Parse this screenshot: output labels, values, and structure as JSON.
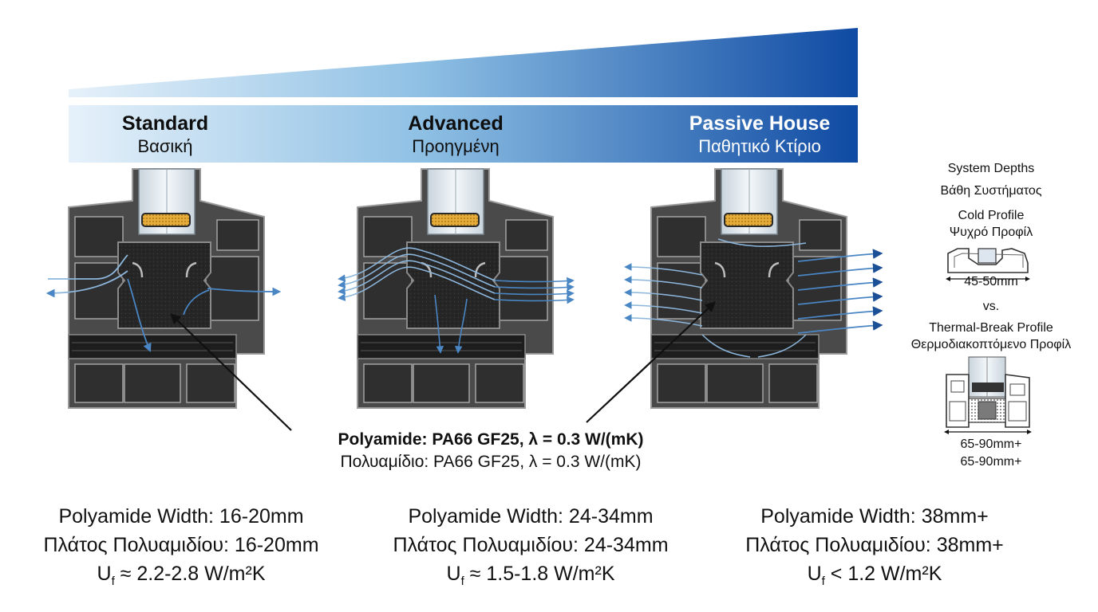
{
  "tiers": [
    {
      "title_en": "Standard",
      "title_gr": "Βασική",
      "width_line": "Polyamide Width: 16-20mm",
      "width_line_gr": "Πλάτος Πολυαμιδίου: 16-20mm",
      "uf_value": " ≈ 2.2-2.8 W/m²K"
    },
    {
      "title_en": "Advanced",
      "title_gr": "Προηγμένη",
      "width_line": "Polyamide Width: 24-34mm",
      "width_line_gr": "Πλάτος Πολυαμιδίου: 24-34mm",
      "uf_value": " ≈ 1.5-1.8 W/m²K"
    },
    {
      "title_en": "Passive House",
      "title_gr": "Παθητικό Κτίριο",
      "width_line": "Polyamide Width: 38mm+",
      "width_line_gr": "Πλάτος Πολυαμιδίου: 38mm+",
      "uf_value": " < 1.2 W/m²K"
    }
  ],
  "uf_symbol": "U",
  "uf_subscript": "f",
  "callout": {
    "en": "Polyamide: PA66 GF25, λ = 0.3 W/(mK)",
    "gr": "Πολυαμίδιο: PA66 GF25, λ = 0.3 W/(mK)"
  },
  "system_depths": {
    "title_en": "System Depths",
    "title_gr": "Βάθη Συστήματος",
    "cold_en": "Cold Profile",
    "cold_gr": "Ψυχρό Προφίλ",
    "cold_depth": "45-50mm",
    "vs": "vs.",
    "tb_en": "Thermal-Break Profile",
    "tb_gr": "Θερμοδιακοπτόμενο Προφίλ",
    "tb_depth_bold": "65-90mm+",
    "tb_depth": "65-90mm+"
  },
  "colors": {
    "banner_dark": "#1452a8",
    "banner_light": "#dcebf8",
    "aluminium": "#3c3c3c",
    "polyamide": "#262626",
    "flow": "#4a86c4",
    "flow_light": "#8cb6dc",
    "gasket": "#e6ad3a"
  }
}
